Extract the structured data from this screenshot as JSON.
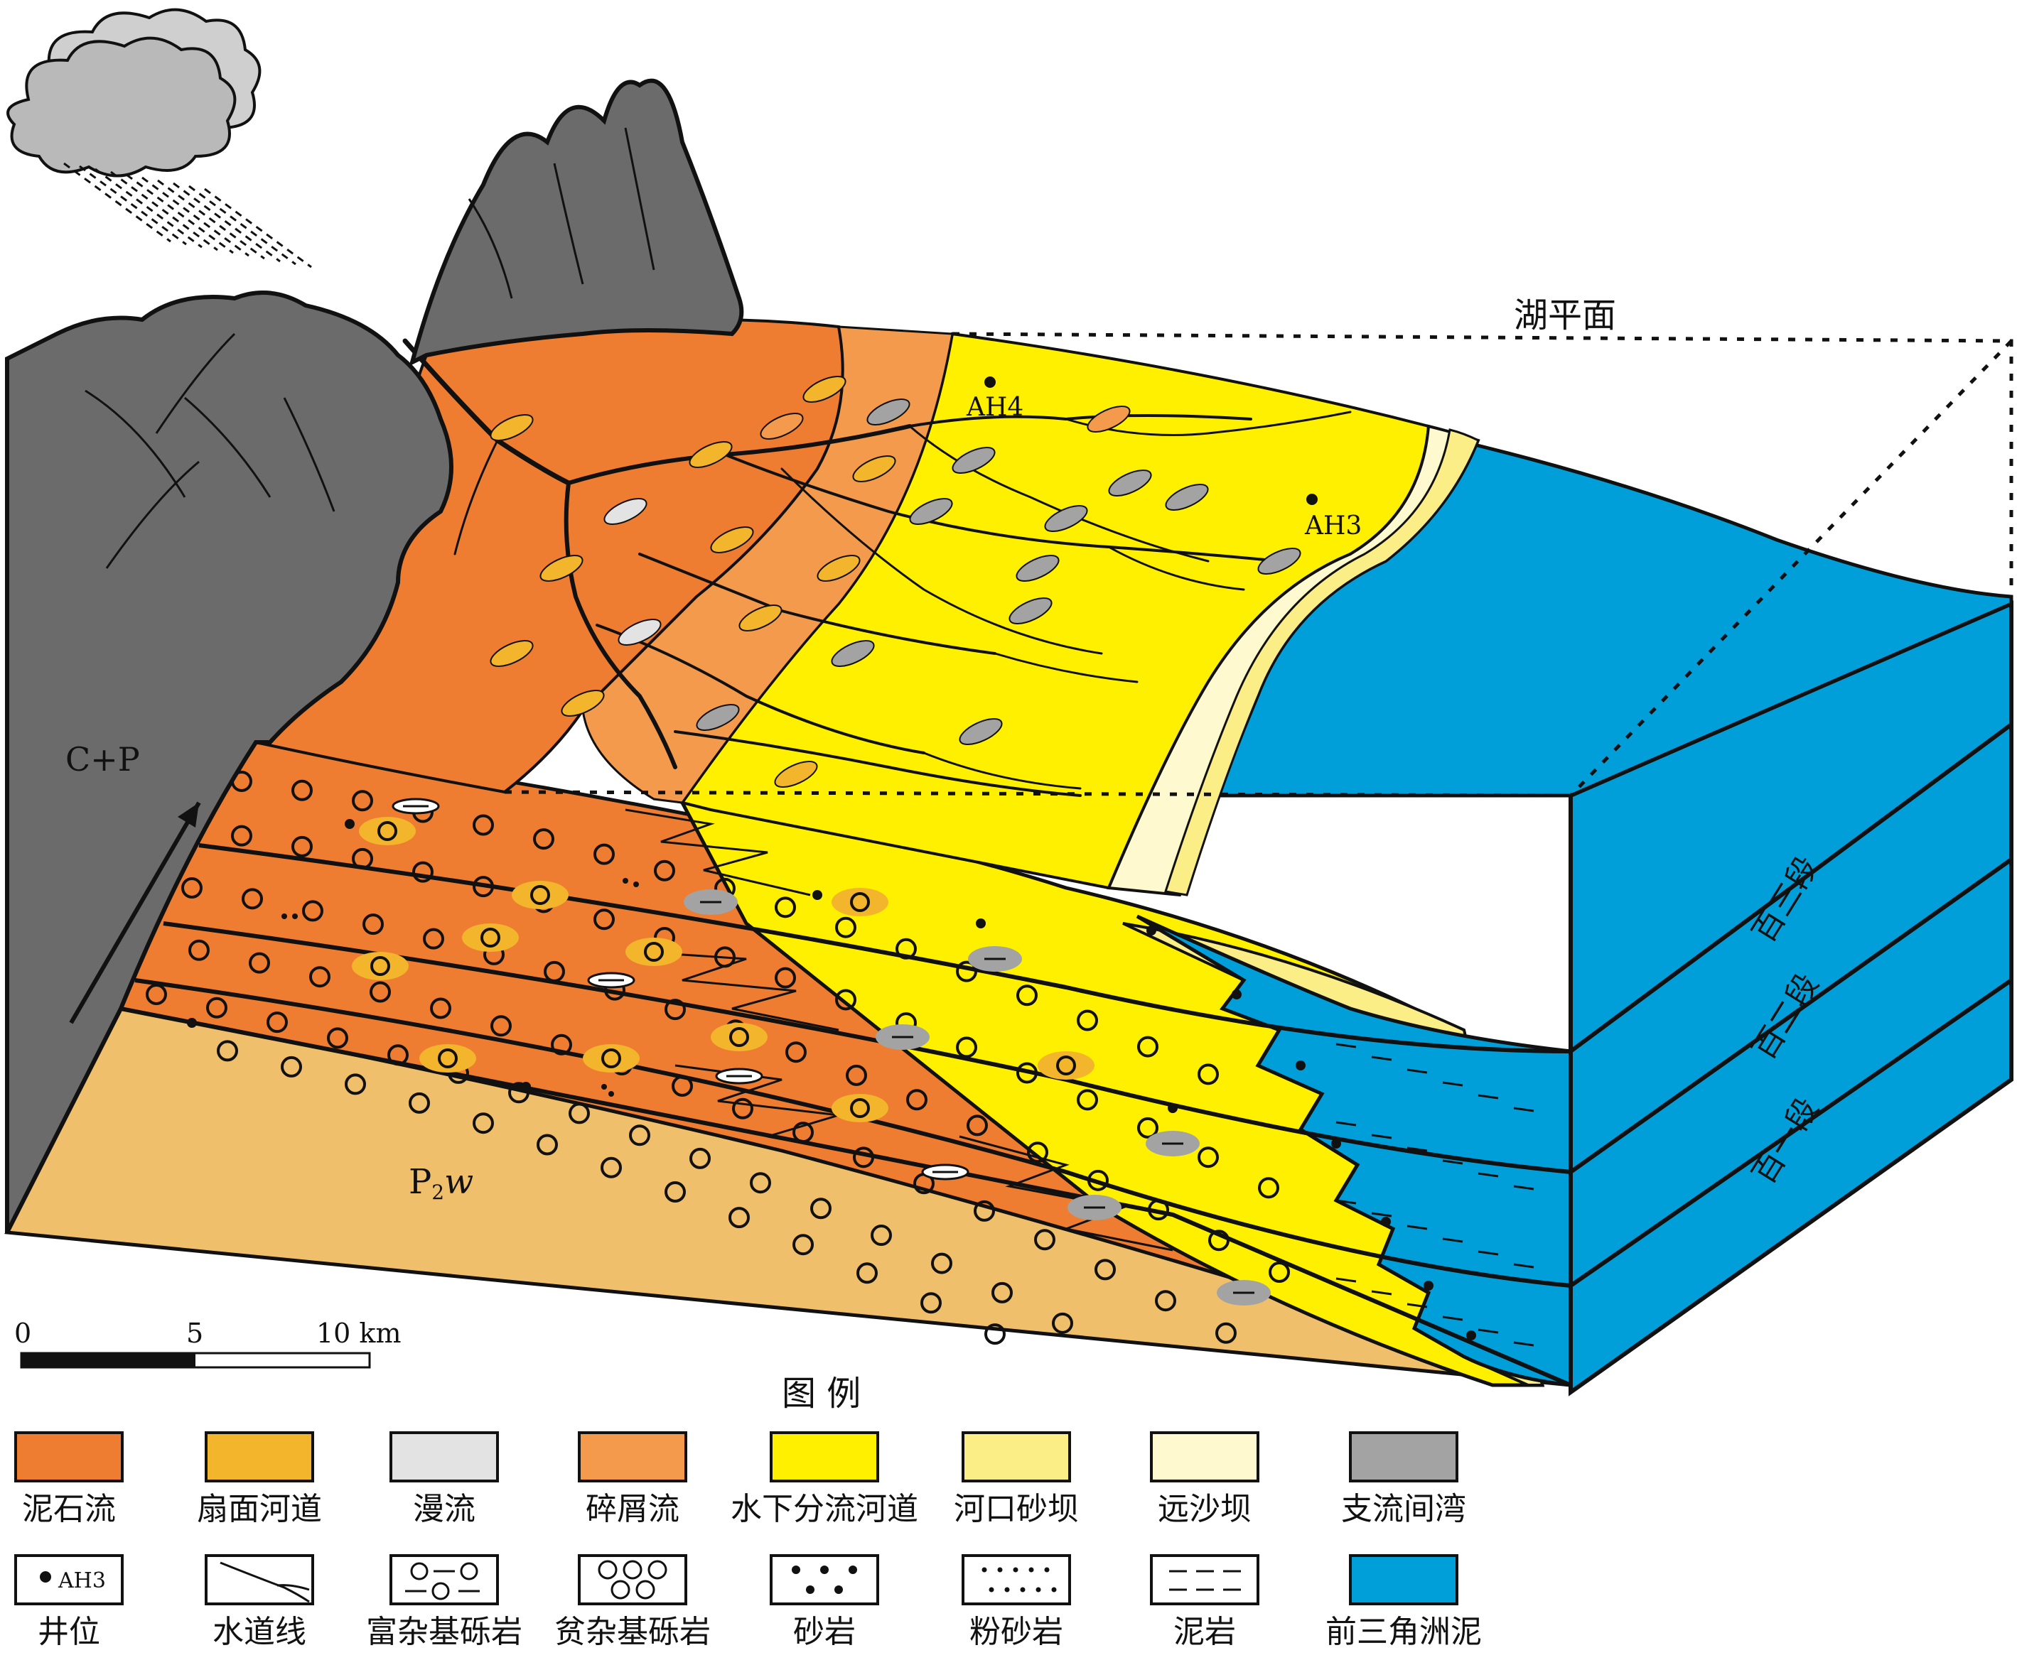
{
  "labels": {
    "lake_level": "湖平面",
    "basement": "C+P",
    "underlying": "P",
    "underlying_sub": "2",
    "underlying_italic": "w",
    "well_ah4": "AH4",
    "well_ah3": "AH3",
    "member_upper": "百三段",
    "member_middle": "百二段",
    "member_lower": "百一段"
  },
  "scale_bar": {
    "ticks": [
      "0",
      "5",
      "10 km"
    ]
  },
  "legend": {
    "title": "图 例",
    "items": [
      {
        "label": "泥石流",
        "symbol": "fill",
        "color": "#ee7d31"
      },
      {
        "label": "扇面河道",
        "symbol": "fill",
        "color": "#f3b52b"
      },
      {
        "label": "漫流",
        "symbol": "fill",
        "color": "#e3e3e3"
      },
      {
        "label": "碎屑流",
        "symbol": "fill",
        "color": "#f49a4c"
      },
      {
        "label": "水下分流河道",
        "symbol": "fill",
        "color": "#fff000"
      },
      {
        "label": "河口砂坝",
        "symbol": "fill",
        "color": "#fbee86"
      },
      {
        "label": "远沙坝",
        "symbol": "fill",
        "color": "#fff9cf"
      },
      {
        "label": "支流间湾",
        "symbol": "fill",
        "color": "#a3a3a3"
      },
      {
        "label": "井位",
        "symbol": "well",
        "text": "AH3"
      },
      {
        "label": "水道线",
        "symbol": "channel"
      },
      {
        "label": "富杂基砾岩",
        "symbol": "rich-conglomerate"
      },
      {
        "label": "贫杂基砾岩",
        "symbol": "poor-conglomerate"
      },
      {
        "label": "砂岩",
        "symbol": "sandstone"
      },
      {
        "label": "粉砂岩",
        "symbol": "siltstone"
      },
      {
        "label": "泥岩",
        "symbol": "mudstone"
      },
      {
        "label": "前三角洲泥",
        "symbol": "fill",
        "color": "#009fda"
      }
    ]
  },
  "colors": {
    "mountain": "#6b6b6b",
    "debris_flow": "#ee7d31",
    "fan_channel": "#f3b52b",
    "sheet_flow": "#e3e3e3",
    "clastic_flow": "#f49a4c",
    "underwater_channel": "#fff000",
    "mouth_bar": "#fbee86",
    "distal_bar": "#fff9cf",
    "interdistributary_bay": "#a3a3a3",
    "prodelta_mud": "#009fda",
    "underlying_bed": "#f0bf6b",
    "cloud": "#bfbfbf"
  }
}
